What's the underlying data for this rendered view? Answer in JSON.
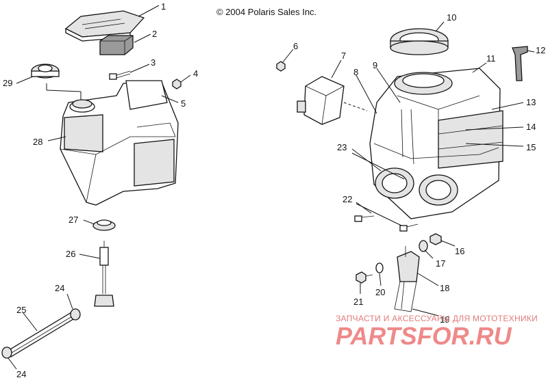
{
  "copyright": "© 2004 Polaris Sales Inc.",
  "callouts": {
    "c1": "1",
    "c2": "2",
    "c3": "3",
    "c4": "4",
    "c5": "5",
    "c6": "6",
    "c7": "7",
    "c8": "8",
    "c9": "9",
    "c10": "10",
    "c11": "11",
    "c12": "12",
    "c13": "13",
    "c14": "14",
    "c15": "15",
    "c16": "16",
    "c17": "17",
    "c18": "18",
    "c19": "19",
    "c20": "20",
    "c21": "21",
    "c22": "22",
    "c23": "23",
    "c24a": "24",
    "c24b": "24",
    "c25": "25",
    "c26": "26",
    "c27": "27",
    "c28": "28",
    "c29": "29"
  },
  "watermark": {
    "tagline": "ЗАПЧАСТИ И АКСЕССУАРЫ ДЛЯ МОТОТЕХНИКИ",
    "brand": "PARTSFOR.RU"
  },
  "colors": {
    "line": "#111111",
    "watermark_red": "#e22a2a"
  }
}
